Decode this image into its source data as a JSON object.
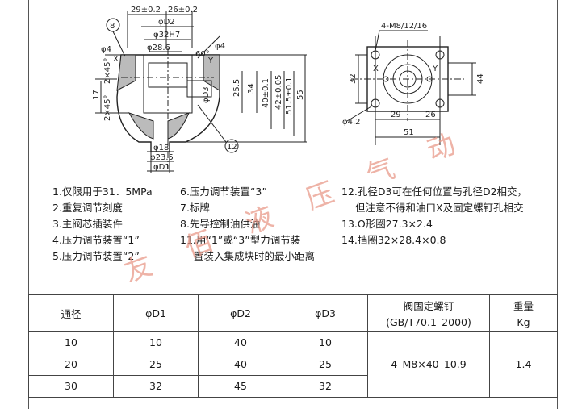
{
  "drawing": {
    "callouts": {
      "item8": "8",
      "item12": "12"
    },
    "front_view": {
      "dim_29": "29±0.2",
      "dim_26": "26±0.2",
      "dim_D2": "φD2",
      "dim_32H7": "φ32H7",
      "dim_28_6": "φ28.6",
      "dim_phi4_left": "φ4",
      "dim_x": "X",
      "dim_phi4_right": "φ4",
      "dim_60": "60°",
      "dim_y": "Y",
      "dim_2x45_top": "2×45°",
      "dim_17": "17",
      "dim_2x45_bottom": "2×45°",
      "dim_25_5": "25.5",
      "dim_D3": "φD3",
      "dim_34": "34",
      "dim_40": "40±0.1",
      "dim_42": "42±0.05",
      "dim_51_5": "51.5±0.1",
      "dim_55": "55",
      "dim_18": "φ18",
      "dim_23_5": "φ23.5",
      "dim_D1": "φD1"
    },
    "side_view": {
      "bolt_spec": "4-M8/12/16",
      "dim_32": "32",
      "dim_44": "44",
      "dim_x": "X",
      "dim_y": "Y",
      "dim_29": "29",
      "dim_26": "26",
      "dim_51": "51",
      "dim_phi4_2": "φ4.2"
    }
  },
  "notes": {
    "left": [
      "1.仅限用于31．5MPa",
      "2.重复调节刻度",
      "3.主阀芯插装件",
      "4.压力调节装置“1”",
      "5.压力调节装置“2”"
    ],
    "middle": [
      "6.压力调节装置“3”",
      "7.标牌",
      "8.先导控制油供油",
      "11.用“1”或“3”型力调节装",
      "置装入集成块时的最小距离"
    ],
    "right": [
      "12.孔径D3可在任何位置与孔径D2相交，",
      "但注意不得和油口X及固定螺钉孔相交",
      "13.O形圈27.3×2.4",
      "14.挡圈32×28.4×0.8"
    ]
  },
  "watermark": {
    "chars": [
      "友",
      "佰",
      "液",
      "压",
      "气",
      "动"
    ],
    "color": "#e89a8a"
  },
  "table": {
    "headers": {
      "bore": "通径",
      "d1": "φD1",
      "d2": "φD2",
      "d3": "φD3",
      "bolt_line1": "阀固定螺钉",
      "bolt_line2": "(GB/T70.1–2000)",
      "weight_line1": "重量",
      "weight_line2": "Kg"
    },
    "rows": [
      {
        "bore": "10",
        "d1": "10",
        "d2": "40",
        "d3": "10"
      },
      {
        "bore": "20",
        "d1": "25",
        "d2": "40",
        "d3": "25"
      },
      {
        "bore": "30",
        "d1": "32",
        "d2": "45",
        "d3": "32"
      }
    ],
    "bolt_value": "4–M8×40–10.9",
    "weight_value": "1.4"
  }
}
